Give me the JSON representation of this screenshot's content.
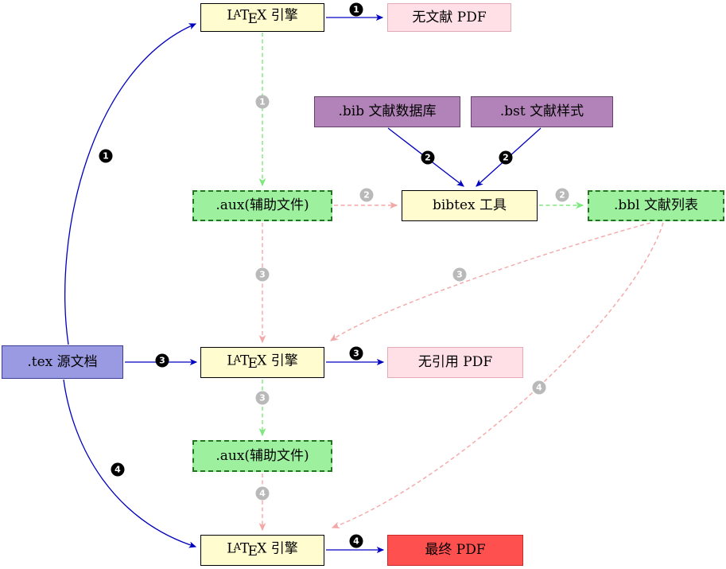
{
  "nodes": {
    "latex_engine": {
      "l": "L",
      "a": "A",
      "t": "T",
      "e": "E",
      "x": "X",
      "suffix": " 引擎"
    },
    "pdf_no_bib": "无文献 PDF",
    "bib_db": ".bib 文献数据库",
    "bst_style": ".bst 文献样式",
    "aux_file": ".aux(辅助文件)",
    "bibtex_tool": "bibtex 工具",
    "bbl_list": ".bbl 文献列表",
    "tex_source": ".tex 源文档",
    "pdf_no_ref": "无引用 PDF",
    "pdf_final": "最终 PDF"
  },
  "badges": [
    {
      "num": "1",
      "style": "black",
      "on": "tex-to-latex-top"
    },
    {
      "num": "1",
      "style": "black",
      "on": "latex-top-to-pdf-no-bib"
    },
    {
      "num": "1",
      "style": "gray",
      "on": "latex-top-to-aux1"
    },
    {
      "num": "2",
      "style": "black",
      "on": "bib-to-bibtex"
    },
    {
      "num": "2",
      "style": "black",
      "on": "bst-to-bibtex"
    },
    {
      "num": "2",
      "style": "gray",
      "on": "aux1-to-bibtex"
    },
    {
      "num": "2",
      "style": "gray",
      "on": "bibtex-to-bbl"
    },
    {
      "num": "3",
      "style": "gray",
      "on": "aux1-to-latex-mid"
    },
    {
      "num": "3",
      "style": "gray",
      "on": "bbl-to-latex-mid"
    },
    {
      "num": "3",
      "style": "black",
      "on": "tex-to-latex-mid"
    },
    {
      "num": "3",
      "style": "black",
      "on": "latex-mid-to-pdf-no-ref"
    },
    {
      "num": "3",
      "style": "gray",
      "on": "latex-mid-to-aux2"
    },
    {
      "num": "4",
      "style": "gray",
      "on": "aux2-to-latex-bot"
    },
    {
      "num": "4",
      "style": "gray",
      "on": "bbl-to-latex-bot"
    },
    {
      "num": "4",
      "style": "black",
      "on": "tex-to-latex-bot"
    },
    {
      "num": "4",
      "style": "black",
      "on": "latex-bot-to-pdf-final"
    }
  ],
  "edges": [
    {
      "from": "tex_source",
      "to": "latex_engine_top",
      "step": "1",
      "style": "blue-solid-curve"
    },
    {
      "from": "latex_engine_top",
      "to": "pdf_no_bib",
      "step": "1",
      "style": "blue-solid"
    },
    {
      "from": "latex_engine_top",
      "to": "aux_file_1",
      "step": "1",
      "style": "green-dashed"
    },
    {
      "from": "bib_db",
      "to": "bibtex_tool",
      "step": "2",
      "style": "blue-solid"
    },
    {
      "from": "bst_style",
      "to": "bibtex_tool",
      "step": "2",
      "style": "blue-solid"
    },
    {
      "from": "aux_file_1",
      "to": "bibtex_tool",
      "step": "2",
      "style": "red-dashed"
    },
    {
      "from": "bibtex_tool",
      "to": "bbl_list",
      "step": "2",
      "style": "green-dashed"
    },
    {
      "from": "aux_file_1",
      "to": "latex_engine_mid",
      "step": "3",
      "style": "red-dashed"
    },
    {
      "from": "bbl_list",
      "to": "latex_engine_mid",
      "step": "3",
      "style": "red-dashed-curve"
    },
    {
      "from": "tex_source",
      "to": "latex_engine_mid",
      "step": "3",
      "style": "blue-solid"
    },
    {
      "from": "latex_engine_mid",
      "to": "pdf_no_ref",
      "step": "3",
      "style": "blue-solid"
    },
    {
      "from": "latex_engine_mid",
      "to": "aux_file_2",
      "step": "3",
      "style": "green-dashed"
    },
    {
      "from": "aux_file_2",
      "to": "latex_engine_bot",
      "step": "4",
      "style": "red-dashed"
    },
    {
      "from": "bbl_list",
      "to": "latex_engine_bot",
      "step": "4",
      "style": "red-dashed-curve"
    },
    {
      "from": "tex_source",
      "to": "latex_engine_bot",
      "step": "4",
      "style": "blue-solid-curve"
    },
    {
      "from": "latex_engine_bot",
      "to": "pdf_final",
      "step": "4",
      "style": "blue-solid"
    }
  ],
  "colors": {
    "blue_arrow": "#0000c0",
    "green_arrow": "#7ee87e",
    "red_arrow": "#f4a7a7",
    "yellow_node_fill": "#fffcd0",
    "pink_node_fill": "#ffe0e7",
    "purple_node_fill": "#b283b8",
    "green_node_fill": "#9df09d",
    "green_node_border": "#267326",
    "blue_node_fill": "#9a9ae2",
    "red_node_fill": "#ff5050",
    "black_badge": "#000000",
    "gray_badge": "#b9b9b9"
  }
}
